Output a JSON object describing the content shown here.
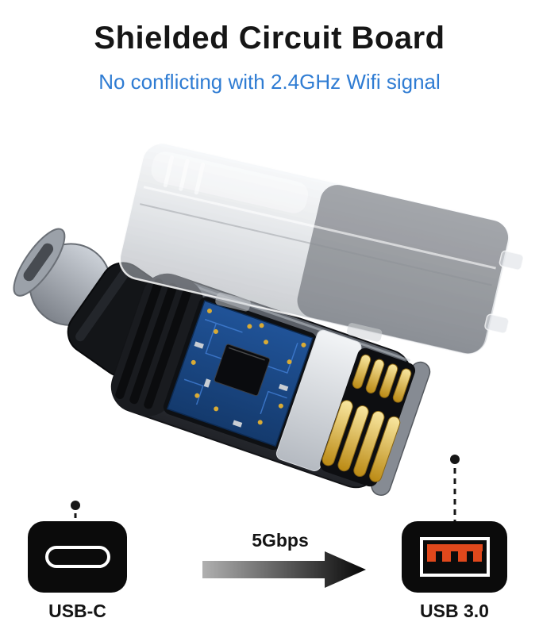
{
  "header": {
    "title": "Shielded Circuit Board",
    "subtitle": "No conflicting with 2.4GHz Wifi signal"
  },
  "diagram": {
    "description": "Exploded view of a USB-C male to USB-A female adapter with its translucent shielding cover lifted off, revealing the blue circuit board, chip and gold USB contacts"
  },
  "callouts": {
    "speed_label": "5Gbps",
    "left_port_label": "USB-C",
    "right_port_label": "USB 3.0"
  },
  "icons": {
    "left": "usb-c-port-icon",
    "right": "usb-a-port-icon",
    "arrow": "arrow-right-icon"
  },
  "colors": {
    "subtitle_blue": "#2f7cd3",
    "pcb_blue": "#1c4e92",
    "gold_contacts": "#d9ab35",
    "usb_a_orange": "#e0481c",
    "port_icon_black": "#0b0b0b"
  }
}
